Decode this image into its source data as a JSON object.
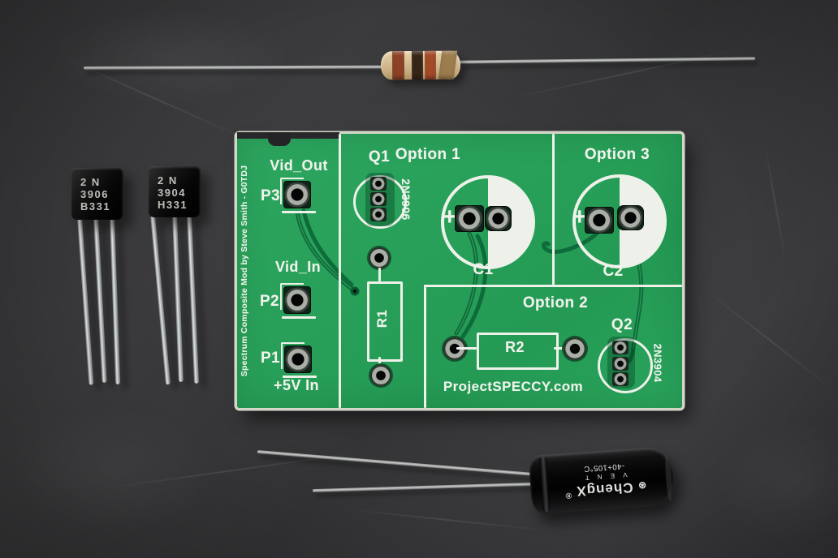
{
  "pcb": {
    "credit": "Spectrum Composite Mod by Steve Smith - G0TDJ",
    "website": "ProjectSPECCY.com",
    "labels": {
      "vid_out": "Vid_Out",
      "vid_in": "Vid_In",
      "power": "+5V In",
      "p1": "P1",
      "p2": "P2",
      "p3": "P3",
      "option1": "Option 1",
      "option2": "Option 2",
      "option3": "Option 3",
      "q1": "Q1",
      "q2": "Q2",
      "c1": "C1",
      "c2": "C2",
      "r1": "R1",
      "r2": "R2",
      "q1_part": "2N3906",
      "q2_part": "2N3904",
      "c1_plus": "+",
      "c2_plus": "+"
    }
  },
  "components": {
    "transistor_left": {
      "line1": "2 N",
      "line2": "3906",
      "line3": "B331"
    },
    "transistor_right": {
      "line1": "2 N",
      "line2": "3904",
      "line3": "H331"
    },
    "capacitor": {
      "mark_left": "⊛",
      "brand": "ChengX",
      "mark_right": "®",
      "vent": "V E N T",
      "temp": "-40+105°C"
    },
    "resistor": {
      "band_colors": [
        "#8a3c20",
        "#2f1d12",
        "#a24424",
        "#9b7a4a"
      ]
    }
  },
  "colors": {
    "pcb_green": "#2aa35d",
    "silkscreen_white": "#eef1e9",
    "trace_green": "#0e6b3a",
    "background_slate": "#39393b",
    "capacitor_black": "#0a0a0b",
    "resistor_body": "#d9c196"
  }
}
